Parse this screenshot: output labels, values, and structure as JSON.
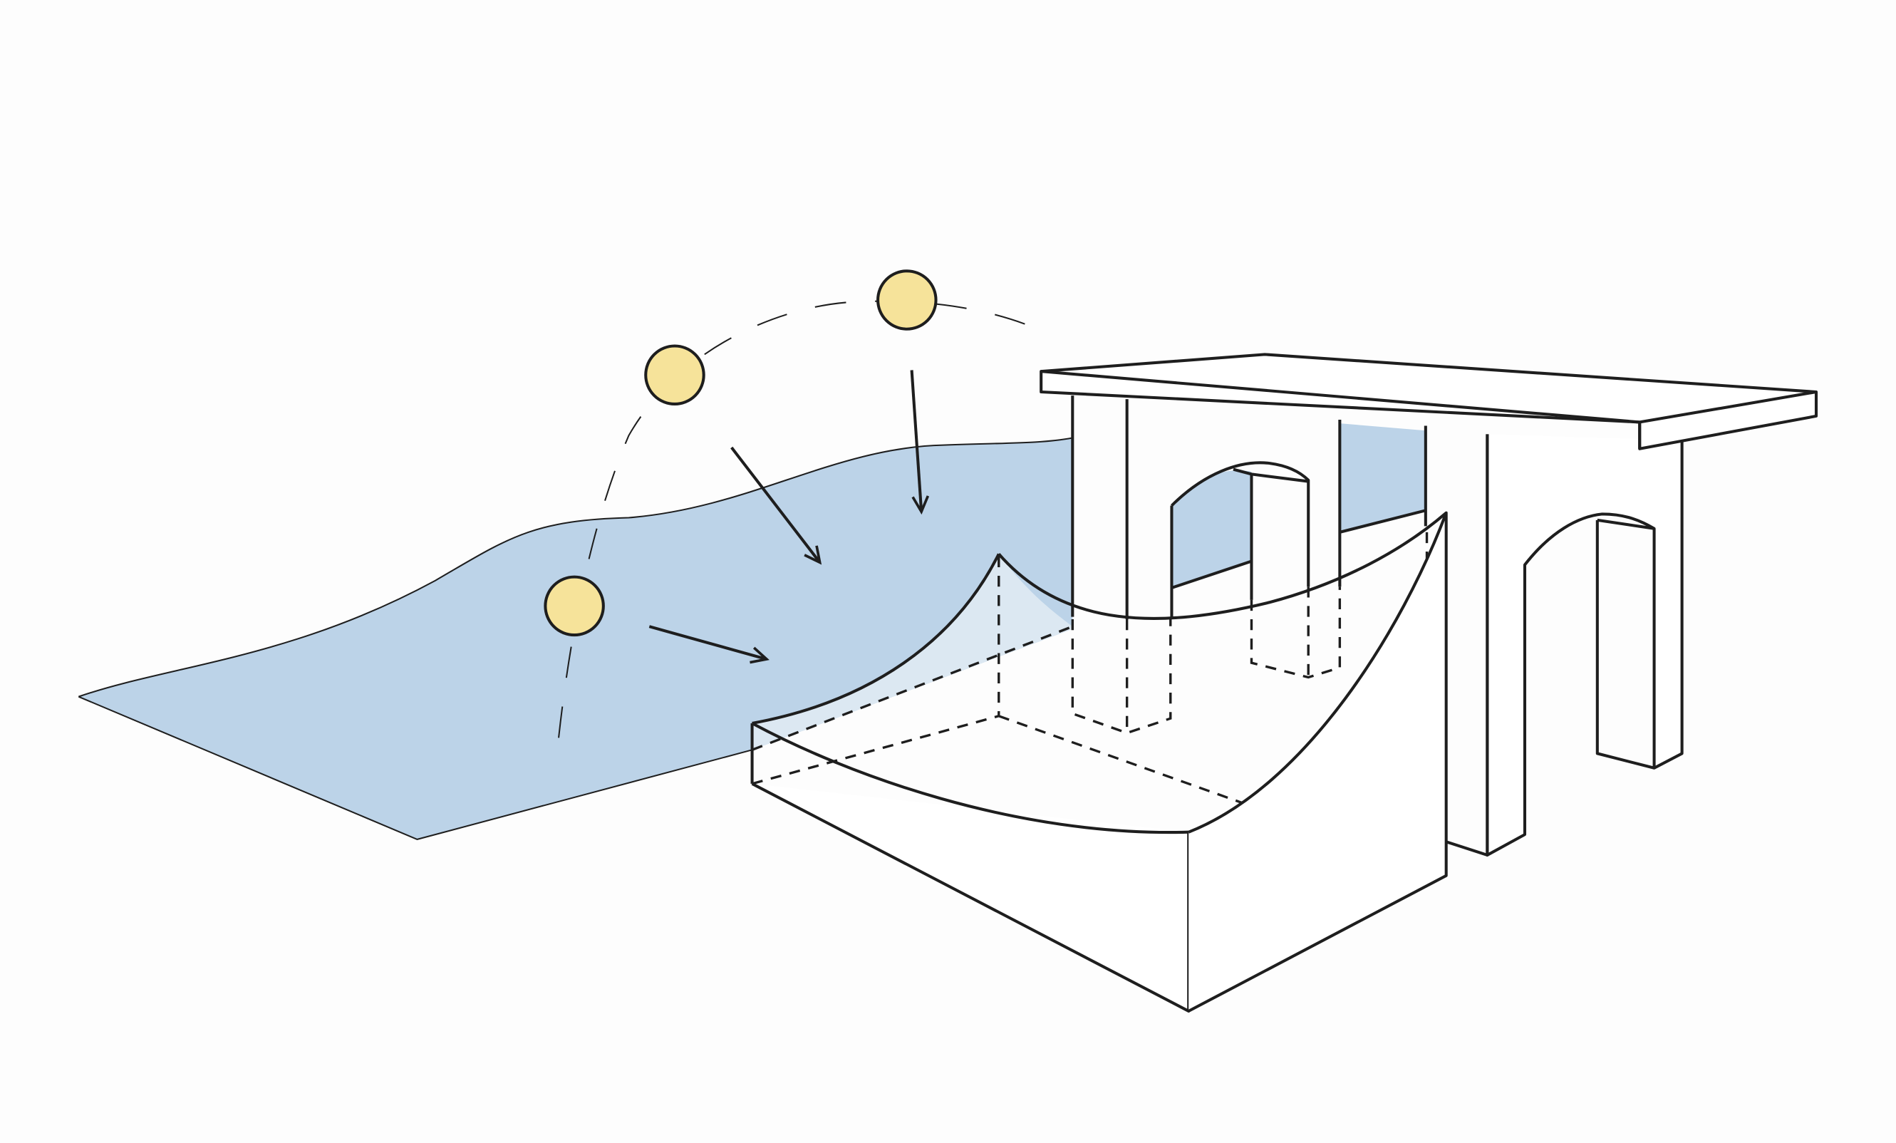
{
  "colors": {
    "background": "#fdfdfd",
    "water": "#bcd3e8",
    "water_shade": "#dce8f2",
    "sun": "#f6e39a",
    "outline": "#1e1e1e",
    "structure_fill": "#ffffff"
  },
  "elements": {
    "sun_positions": [
      "low",
      "middle",
      "high"
    ],
    "sun_path_style": "dashed-arc",
    "light_ray_count": 3,
    "hidden_edges": "dashed",
    "structure": "arched-building-with-canopy-roof",
    "shade_surface": "curved-saddle-surface"
  }
}
